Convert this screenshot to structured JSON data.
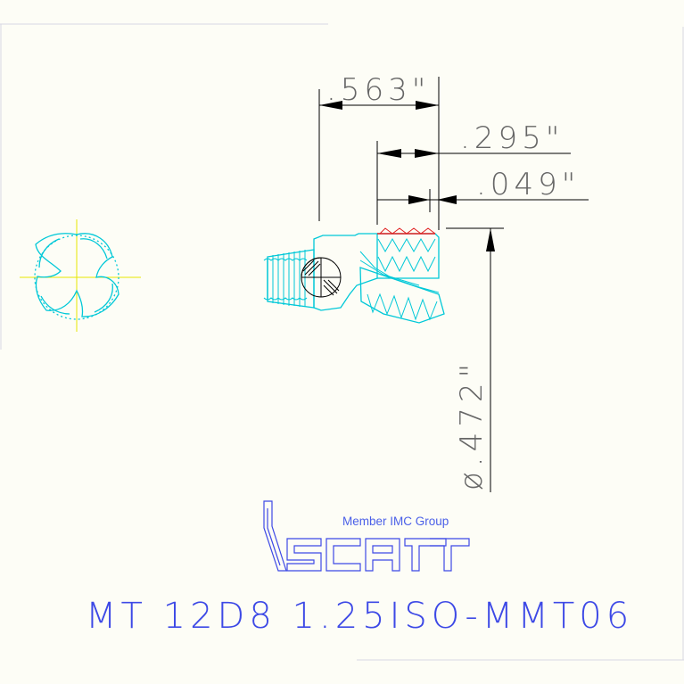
{
  "dimensions": {
    "overall_length": ".563\"",
    "insert_length": ".295\"",
    "offset": ".049\"",
    "diameter": "ø.472\""
  },
  "brand": {
    "logo_text": "Iscar",
    "member_text": "Member IMC Group"
  },
  "part_number": "MT 12D8 1.25ISO-MMT06",
  "colors": {
    "outline": "#00c8d8",
    "dimension_line": "#000000",
    "center_line": "#e6e600",
    "insert_edge": "#e02020",
    "brand_blue": "#3d49e6"
  }
}
